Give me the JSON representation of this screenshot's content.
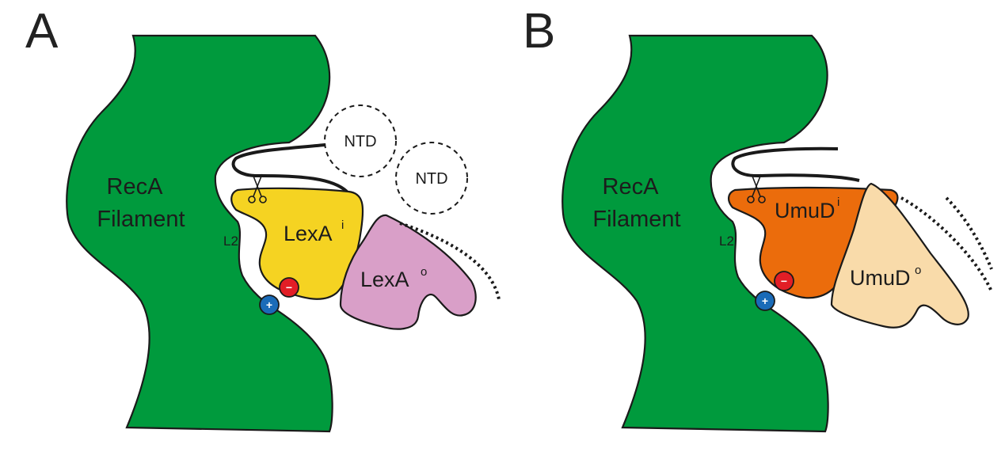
{
  "colors": {
    "recA": "#009a3d",
    "lexA_i": "#f5d322",
    "lexA_o": "#d99fc8",
    "umuD_i": "#eb6c0c",
    "umuD_o": "#f9dbaa",
    "positive": "#1a6bb8",
    "negative": "#e21e26",
    "outline": "#1a1a1a"
  },
  "panels": {
    "a": {
      "letter": "A",
      "recA_line1": "RecA",
      "recA_line2": "Filament",
      "loop_label": "L2",
      "inner_name": "LexA",
      "inner_sup": "i",
      "outer_name": "LexA",
      "outer_sup": "o",
      "ntd1": "NTD",
      "ntd2": "NTD",
      "plus": "+",
      "minus": "−"
    },
    "b": {
      "letter": "B",
      "recA_line1": "RecA",
      "recA_line2": "Filament",
      "loop_label": "L2",
      "inner_name": "UmuD",
      "inner_sup": "i",
      "outer_name": "UmuD",
      "outer_sup": "o",
      "plus": "+",
      "minus": "−"
    }
  }
}
